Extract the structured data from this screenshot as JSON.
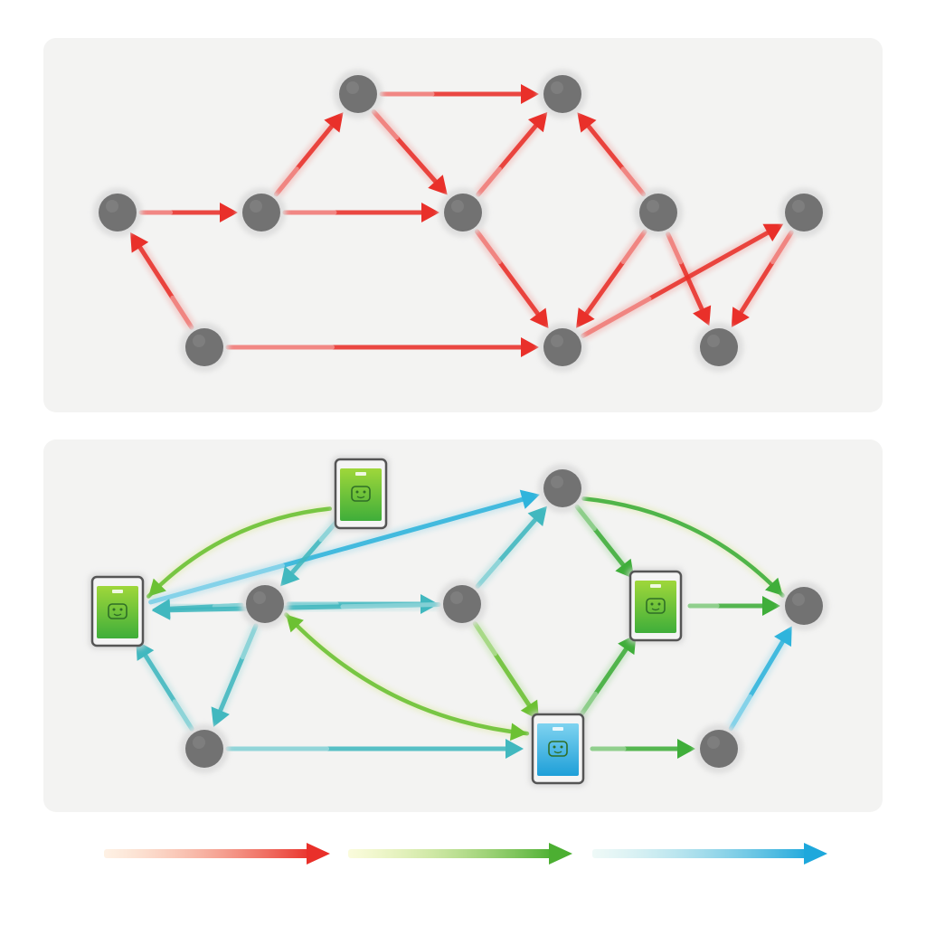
{
  "colors": {
    "panel_background": "#f3f3f2",
    "node_fill": "#737373",
    "node_halo": "#d9d9d9",
    "red_start": "#f7a04d",
    "red_end": "#e9302a",
    "yellow_green_start": "#e8ef6b",
    "green": "#6cc133",
    "teal": "#5fc7b5",
    "cyan": "#2fb4dc",
    "device_frame": "#5a5a5a",
    "device_screen_green_top": "#9fd73a",
    "device_screen_green_bottom": "#3fae3a",
    "device_screen_blue_top": "#7fd3f0",
    "device_screen_blue_bottom": "#1e9fd8"
  },
  "top_diagram": {
    "nodes": [
      {
        "id": "a1"
      },
      {
        "id": "a2"
      },
      {
        "id": "a3"
      },
      {
        "id": "a4"
      },
      {
        "id": "a5"
      },
      {
        "id": "a6"
      },
      {
        "id": "a7"
      },
      {
        "id": "a8"
      },
      {
        "id": "a9"
      },
      {
        "id": "a10"
      }
    ],
    "edges": [
      {
        "from": "a1",
        "to": "a2",
        "color": "red"
      },
      {
        "from": "a2",
        "to": "a3",
        "color": "red"
      },
      {
        "from": "a2",
        "to": "a5",
        "color": "red"
      },
      {
        "from": "a3",
        "to": "a4",
        "color": "red"
      },
      {
        "from": "a3",
        "to": "a5",
        "color": "red"
      },
      {
        "from": "a5",
        "to": "a4",
        "color": "red"
      },
      {
        "from": "a5",
        "to": "a9",
        "color": "red"
      },
      {
        "from": "a6",
        "to": "a4",
        "color": "red"
      },
      {
        "from": "a6",
        "to": "a9",
        "color": "red"
      },
      {
        "from": "a6",
        "to": "a10",
        "color": "red"
      },
      {
        "from": "a8",
        "to": "a1",
        "color": "red"
      },
      {
        "from": "a8",
        "to": "a9",
        "color": "red"
      },
      {
        "from": "a9",
        "to": "a7",
        "color": "red"
      },
      {
        "from": "a7",
        "to": "a10",
        "color": "red"
      }
    ]
  },
  "bottom_diagram": {
    "devices": [
      {
        "id": "d1",
        "screen": "green",
        "icon": "face-icon"
      },
      {
        "id": "d2",
        "screen": "green",
        "icon": "face-icon"
      },
      {
        "id": "d3",
        "screen": "green",
        "icon": "face-icon"
      },
      {
        "id": "d4",
        "screen": "blue",
        "icon": "face-icon"
      }
    ],
    "nodes": [
      {
        "id": "b1"
      },
      {
        "id": "b2"
      },
      {
        "id": "b3"
      },
      {
        "id": "b4"
      },
      {
        "id": "b5"
      },
      {
        "id": "b6"
      }
    ],
    "edges": [
      {
        "from": "d2",
        "to": "d1",
        "color": "yellow-green",
        "curved": true
      },
      {
        "from": "d1",
        "to": "b1",
        "color": "cyan"
      },
      {
        "from": "b2",
        "to": "d1",
        "color": "teal"
      },
      {
        "from": "b2",
        "to": "b3",
        "color": "teal"
      },
      {
        "from": "b2",
        "to": "b4",
        "color": "teal"
      },
      {
        "from": "b3",
        "to": "b1",
        "color": "teal"
      },
      {
        "from": "b3",
        "to": "d4",
        "color": "yellow-green"
      },
      {
        "from": "b1",
        "to": "b5",
        "color": "green",
        "curved": true
      },
      {
        "from": "b1",
        "to": "d3",
        "color": "green"
      },
      {
        "from": "d2",
        "to": "b2",
        "color": "teal"
      },
      {
        "from": "b4",
        "to": "d1",
        "color": "teal"
      },
      {
        "from": "b3",
        "to": "d1",
        "color": "teal"
      },
      {
        "from": "d3",
        "to": "b5",
        "color": "green"
      },
      {
        "from": "d4",
        "to": "d3",
        "color": "green"
      },
      {
        "from": "d4",
        "to": "b6",
        "color": "green"
      },
      {
        "from": "b6",
        "to": "b5",
        "color": "cyan"
      },
      {
        "from": "b4",
        "to": "d4",
        "color": "teal"
      },
      {
        "from": "d4",
        "to": "b2",
        "color": "yellow-green",
        "curved": true,
        "bidirectional": true
      }
    ]
  },
  "legend": [
    {
      "color": "red"
    },
    {
      "color": "yellow-green"
    },
    {
      "color": "cyan"
    }
  ]
}
